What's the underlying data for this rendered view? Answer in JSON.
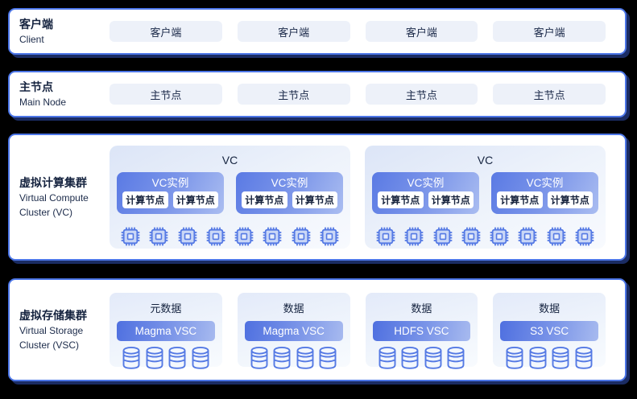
{
  "colors": {
    "background": "#000000",
    "panel_border": "#4c76e8",
    "panel_shadow": "#1b2c63",
    "panel_fill": "#ffffff",
    "node_box_fill": "#edf1f9",
    "dark_text": "#15233f",
    "accent_gradient_start": "#4f70e0",
    "accent_gradient_end": "#a7baef",
    "icon_stroke": "#5479e4"
  },
  "layers": {
    "client": {
      "label_zh": "客户端",
      "label_en": "Client",
      "nodes": [
        "客户端",
        "客户端",
        "客户端",
        "客户端"
      ]
    },
    "main_node": {
      "label_zh": "主节点",
      "label_en": "Main Node",
      "nodes": [
        "主节点",
        "主节点",
        "主节点",
        "主节点"
      ]
    },
    "compute": {
      "label_zh": "虚拟计算集群",
      "label_en_line1": "Virtual Compute",
      "label_en_line2": "Cluster (VC)",
      "groups": [
        {
          "title": "VC",
          "instances": [
            {
              "label": "VC实例",
              "nodes": [
                "计算节点",
                "计算节点"
              ]
            },
            {
              "label": "VC实例",
              "nodes": [
                "计算节点",
                "计算节点"
              ]
            }
          ],
          "chip_count": 8
        },
        {
          "title": "VC",
          "instances": [
            {
              "label": "VC实例",
              "nodes": [
                "计算节点",
                "计算节点"
              ]
            },
            {
              "label": "VC实例",
              "nodes": [
                "计算节点",
                "计算节点"
              ]
            }
          ],
          "chip_count": 8
        }
      ]
    },
    "storage": {
      "label_zh": "虚拟存储集群",
      "label_en_line1": "Virtual Storage",
      "label_en_line2": "Cluster (VSC)",
      "clusters": [
        {
          "title": "元数据",
          "banner": "Magma VSC",
          "db_count": 4
        },
        {
          "title": "数据",
          "banner": "Magma VSC",
          "db_count": 4
        },
        {
          "title": "数据",
          "banner": "HDFS VSC",
          "db_count": 4
        },
        {
          "title": "数据",
          "banner": "S3 VSC",
          "db_count": 4
        }
      ]
    }
  }
}
